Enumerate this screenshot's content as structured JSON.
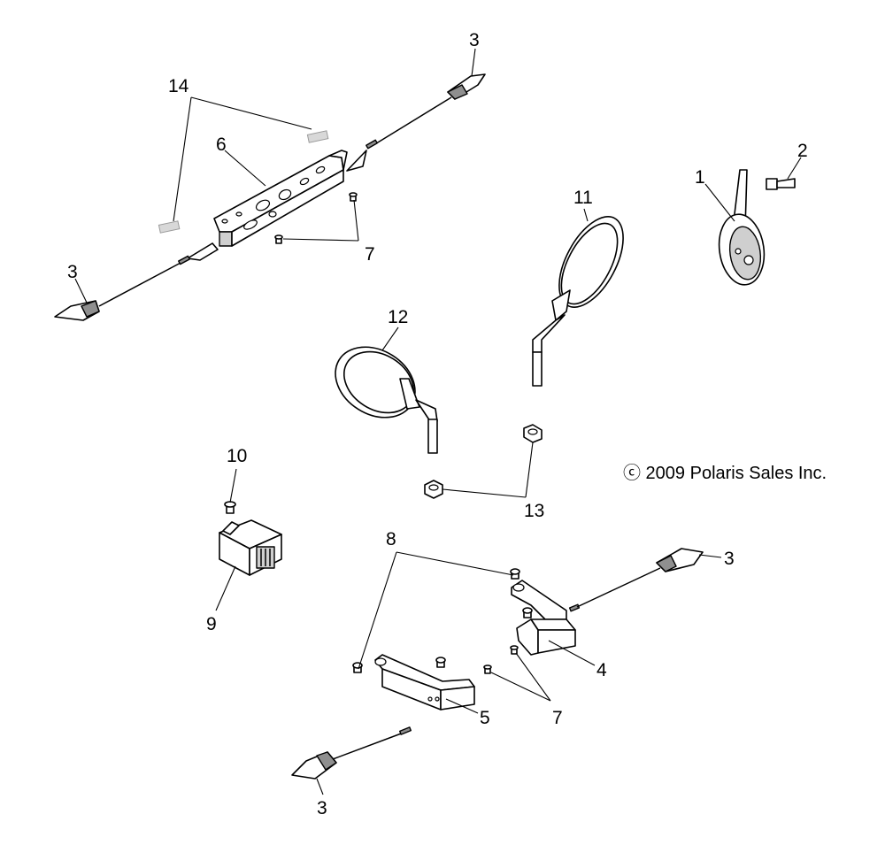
{
  "copyright": "ⓒ 2009 Polaris Sales Inc.",
  "callouts": {
    "horn": "1",
    "horn_bolt": "2",
    "signal_rear_right": "3",
    "signal_rear_left": "3",
    "signal_front_right": "3",
    "signal_front_left": "3",
    "front_bracket_right": "4",
    "front_bracket_left": "5",
    "rear_bracket": "6",
    "rear_screws": "7",
    "front_screws": "7",
    "front_bolts": "8",
    "flasher_relay": "9",
    "relay_screw": "10",
    "mirror_right": "11",
    "mirror_left": "12",
    "mirror_nuts": "13",
    "decals": "14"
  }
}
